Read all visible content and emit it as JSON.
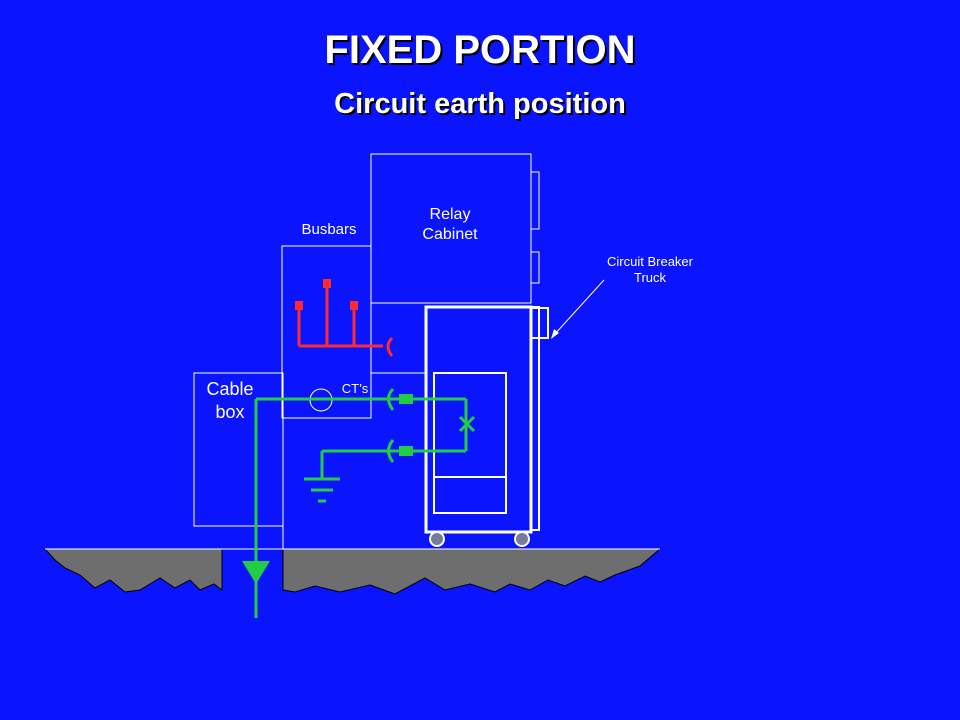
{
  "title": "FIXED PORTION",
  "subtitle": "Circuit earth position",
  "labels": {
    "relay_cabinet": "Relay\nCabinet",
    "busbars": "Busbars",
    "cable_box": "Cable\nbox",
    "cts": "CT’s",
    "circuit_breaker_truck": "Circuit Breaker\nTruck"
  },
  "colors": {
    "background": "#0a14ff",
    "busbar_red": "#ff2a2a",
    "circuit_green": "#22cc44",
    "outline_white": "#ffffff",
    "ground_grey": "#6e6e6e"
  }
}
